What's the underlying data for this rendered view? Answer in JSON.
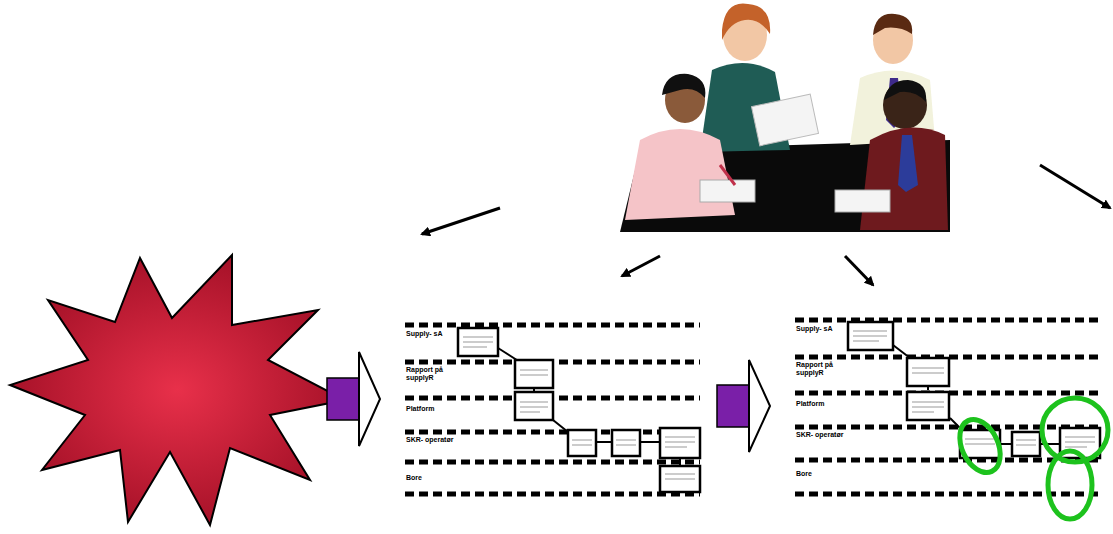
{
  "diagram": {
    "labels": [
      "Supply- sA",
      "Rapport på supplyR",
      "Platform",
      "SKR- operatør",
      "Bore",
      "Supply- sA",
      "Rapport på supplyR",
      "Platform",
      "SKR- operatør",
      "Bore"
    ]
  }
}
